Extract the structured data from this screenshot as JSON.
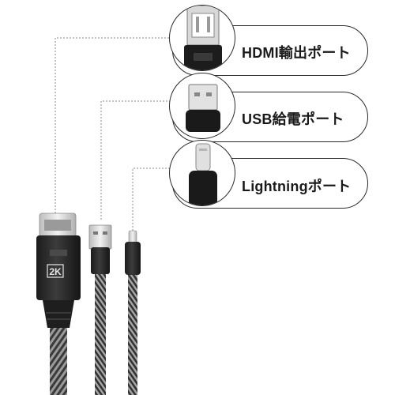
{
  "callouts": [
    {
      "label": "HDMI輸出ポート",
      "port_icon": "hdmi-port-icon"
    },
    {
      "label": "USB給電ポート",
      "port_icon": "usb-port-icon"
    },
    {
      "label": "Lightningポート",
      "port_icon": "lightning-port-icon"
    }
  ],
  "adapter": {
    "badge": "2K"
  },
  "colors": {
    "cable": "#2b2b2b",
    "connector_metal": "#d9d9d9",
    "leader_line": "#8a8a8a",
    "outline": "#2a2a2a"
  }
}
